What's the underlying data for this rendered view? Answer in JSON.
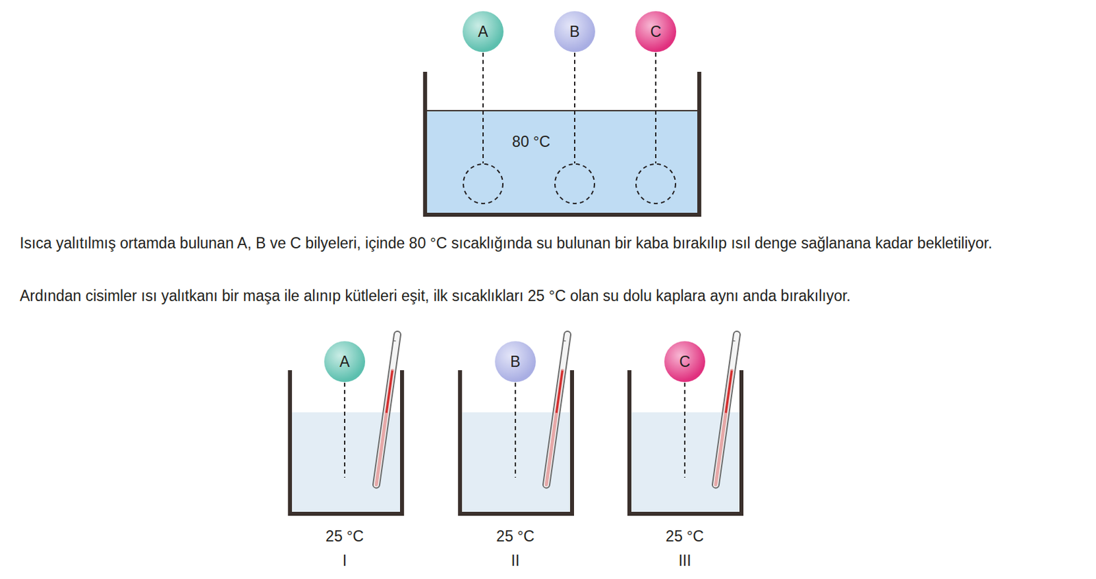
{
  "diagram": {
    "nodes": [
      {
        "text": [
          "A"
        ]
      },
      {
        "text": [
          "B"
        ]
      },
      {
        "text": [
          "C"
        ]
      },
      {
        "text": [
          "A"
        ]
      },
      {
        "text": [
          "B"
        ]
      },
      {
        "text": [
          "C"
        ]
      }
    ],
    "labels": [
      "80 °C",
      "Isıca yalıtılmış ortamda bulunan A, B ve C bilyeleri, içinde 80 °C sıcaklığında su bulunan bir kaba bırakılıp ısıl denge sağlanana kadar bekletiliyor.",
      "Ardından cisimler ısı yalıtkanı bir maşa ile alınıp kütleleri eşit, ilk sıcaklıkları 25 °C olan su dolu kaplara aynı anda bırakılıyor.",
      "25 °C",
      "25 °C",
      "25 °C",
      "I",
      "II",
      "III"
    ]
  }
}
